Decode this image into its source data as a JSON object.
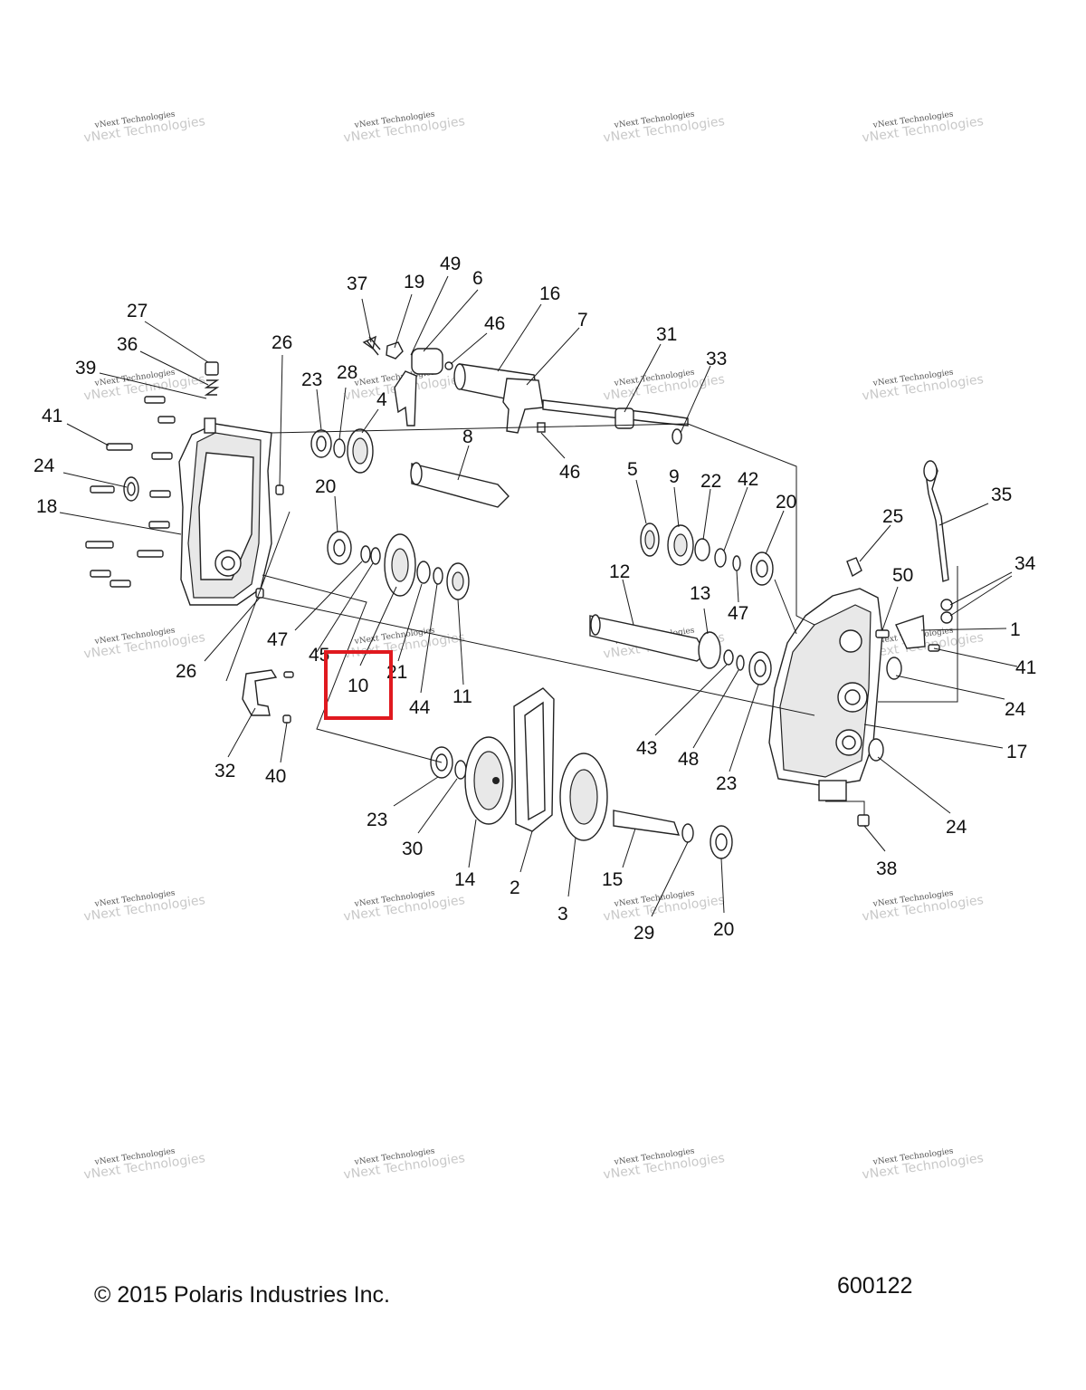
{
  "copyright": "© 2015 Polaris Industries Inc.",
  "drawing_number": "600122",
  "watermark": {
    "small_text": "vNext Technologies",
    "big_text": "vNext Technologies"
  },
  "highlight": {
    "part": "10",
    "color": "#e0191f"
  },
  "callouts": [
    "1",
    "2",
    "3",
    "4",
    "5",
    "6",
    "7",
    "8",
    "9",
    "10",
    "11",
    "12",
    "13",
    "14",
    "15",
    "16",
    "17",
    "18",
    "19",
    "20",
    "21",
    "22",
    "23",
    "24",
    "25",
    "26",
    "27",
    "28",
    "29",
    "30",
    "31",
    "32",
    "33",
    "34",
    "35",
    "36",
    "37",
    "38",
    "39",
    "40",
    "41",
    "42",
    "43",
    "44",
    "45",
    "46",
    "47",
    "48",
    "49",
    "50"
  ],
  "labels": {
    "c37": "37",
    "c19": "19",
    "c49": "49",
    "c6": "6",
    "c16": "16",
    "c46a": "46",
    "c7": "7",
    "c31": "31",
    "c33": "33",
    "c27": "27",
    "c36": "36",
    "c26a": "26",
    "c39": "39",
    "c23a": "23",
    "c28": "28",
    "c4": "4",
    "c41a": "41",
    "c8": "8",
    "c46b": "46",
    "c24a": "24",
    "c5": "5",
    "c9": "9",
    "c22": "22",
    "c42": "42",
    "c20a": "20",
    "c35": "35",
    "c18": "18",
    "c20b": "20",
    "c25": "25",
    "c34": "34",
    "c12": "12",
    "c50": "50",
    "c13": "13",
    "c47a": "47",
    "c1": "1",
    "c47b": "47",
    "c45": "45",
    "c41b": "41",
    "c26b": "26",
    "c10": "10",
    "c21": "21",
    "c44": "44",
    "c11": "11",
    "c24b": "24",
    "c43": "43",
    "c48": "48",
    "c23b": "23",
    "c17": "17",
    "c32": "32",
    "c40": "40",
    "c24c": "24",
    "c23c": "23",
    "c30": "30",
    "c38": "38",
    "c14": "14",
    "c2": "2",
    "c15": "15",
    "c3": "3",
    "c29": "29",
    "c20c": "20"
  }
}
